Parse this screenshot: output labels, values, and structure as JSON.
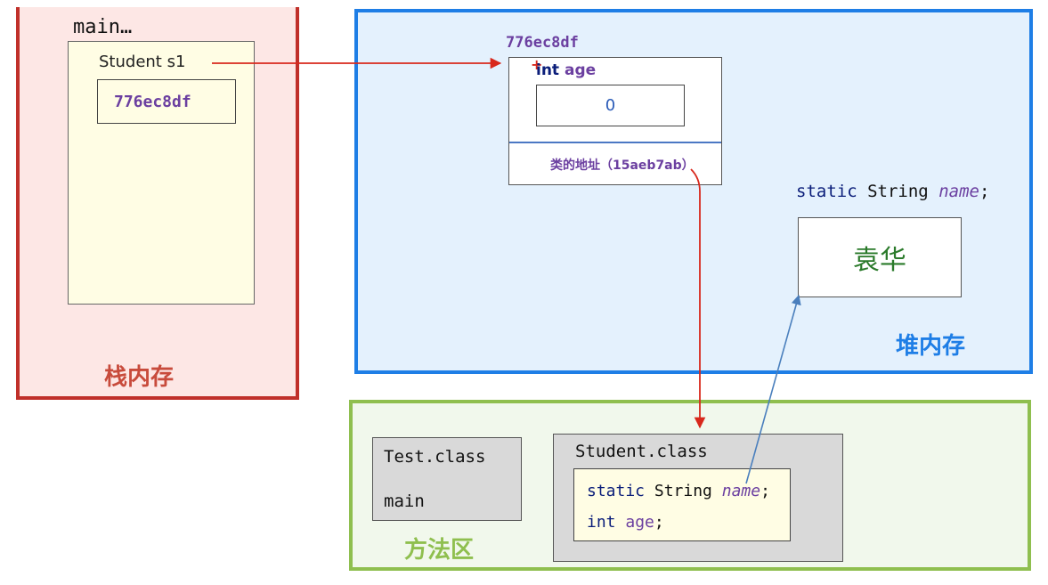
{
  "stack": {
    "method": "main…",
    "variable_label": "Student  s1",
    "variable_value": "776ec8df",
    "title": "栈内存"
  },
  "heap": {
    "object_address": "776ec8df",
    "field_type": "int",
    "field_name": "age",
    "field_value": "0",
    "class_ref": "类的地址（15aeb7ab）",
    "static_decl": {
      "modifier": "static",
      "type": "String",
      "name": "name",
      "end": ";"
    },
    "static_value": "袁华",
    "title": "堆内存"
  },
  "method_area": {
    "test_class": {
      "name": "Test.class",
      "member": "main"
    },
    "student_class": {
      "name": "Student.class",
      "member1": {
        "modifier": "static",
        "type": "String",
        "name": "name",
        "end": ";"
      },
      "member2": {
        "type": "int",
        "name": "age",
        "end": ";"
      }
    },
    "title": "方法区"
  },
  "colors": {
    "stack_border": "#c0302a",
    "heap_border": "#1e7ee6",
    "method_border": "#8fbf4f",
    "reference_arrow": "#d8281c",
    "static_arrow": "#4a7fbd"
  }
}
